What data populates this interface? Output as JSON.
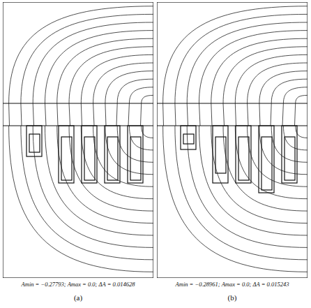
{
  "diagram": {
    "labels": [
      "Amin = −0.27793; Amax = 0.0; ΔA = 0.014628",
      "(a)",
      "Amin = −0.28961; Amax = 0.0; ΔA = 0.015243",
      "(b)"
    ]
  }
}
